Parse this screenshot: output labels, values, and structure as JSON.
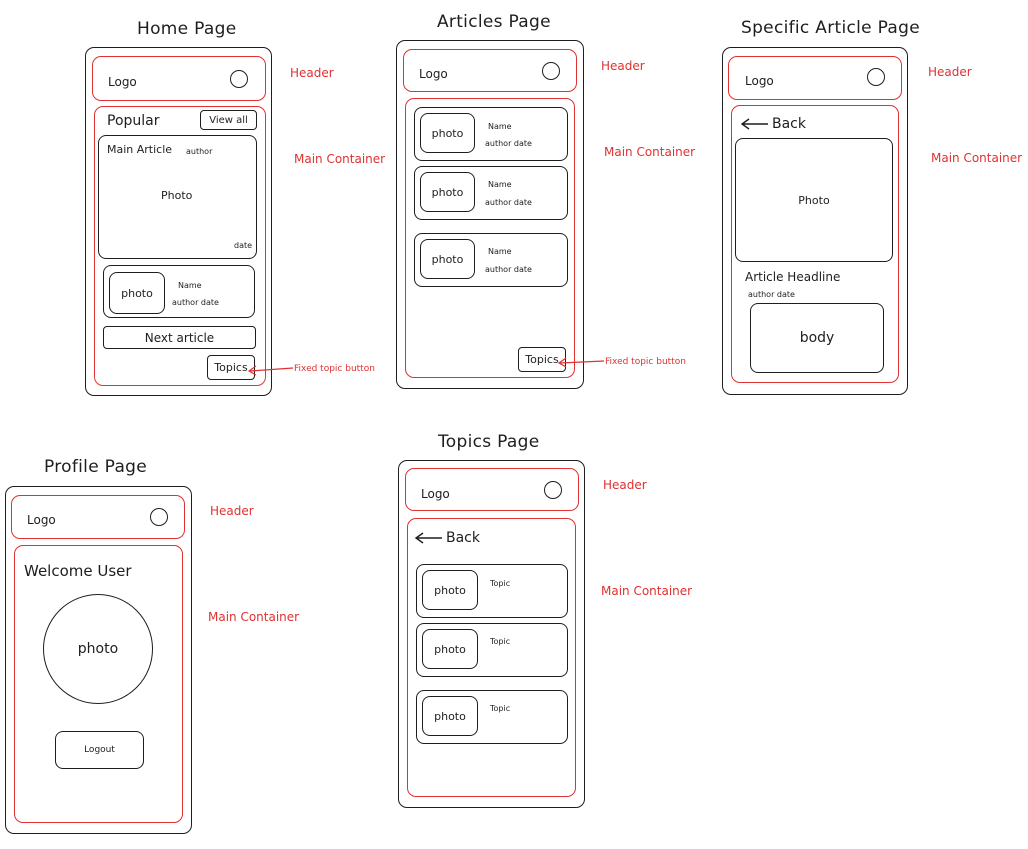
{
  "pages": {
    "home": {
      "title": "Home Page",
      "logo": "Logo",
      "header_note": "Header",
      "main_note": "Main Container",
      "popular": "Popular",
      "view_all": "View all",
      "main_article": "Main Article",
      "author": "author",
      "photo": "Photo",
      "date": "date",
      "card_photo": "photo",
      "card_name": "Name",
      "card_author_date": "author date",
      "next_article": "Next article",
      "topics": "Topics",
      "fixed_note": "Fixed topic button"
    },
    "articles": {
      "title": "Articles Page",
      "logo": "Logo",
      "header_note": "Header",
      "main_note": "Main Container",
      "cards": [
        {
          "photo": "photo",
          "name": "Name",
          "author_date": "author date"
        },
        {
          "photo": "photo",
          "name": "Name",
          "author_date": "author date"
        },
        {
          "photo": "photo",
          "name": "Name",
          "author_date": "author date"
        }
      ],
      "topics": "Topics",
      "fixed_note": "Fixed topic button"
    },
    "specific": {
      "title": "Specific Article Page",
      "logo": "Logo",
      "header_note": "Header",
      "main_note": "Main Container",
      "back": "Back",
      "photo": "Photo",
      "headline": "Article Headline",
      "author_date": "author  date",
      "body": "body"
    },
    "profile": {
      "title": "Profile Page",
      "logo": "Logo",
      "header_note": "Header",
      "main_note": "Main Container",
      "welcome": "Welcome User",
      "photo": "photo",
      "logout": "Logout"
    },
    "topics": {
      "title": "Topics Page",
      "logo": "Logo",
      "header_note": "Header",
      "main_note": "Main Container",
      "back": "Back",
      "cards": [
        {
          "photo": "photo",
          "topic": "Topic"
        },
        {
          "photo": "photo",
          "topic": "Topic"
        },
        {
          "photo": "photo",
          "topic": "Topic"
        }
      ]
    }
  },
  "colors": {
    "annotation": "#e03131",
    "stroke": "#1e1e1e"
  }
}
